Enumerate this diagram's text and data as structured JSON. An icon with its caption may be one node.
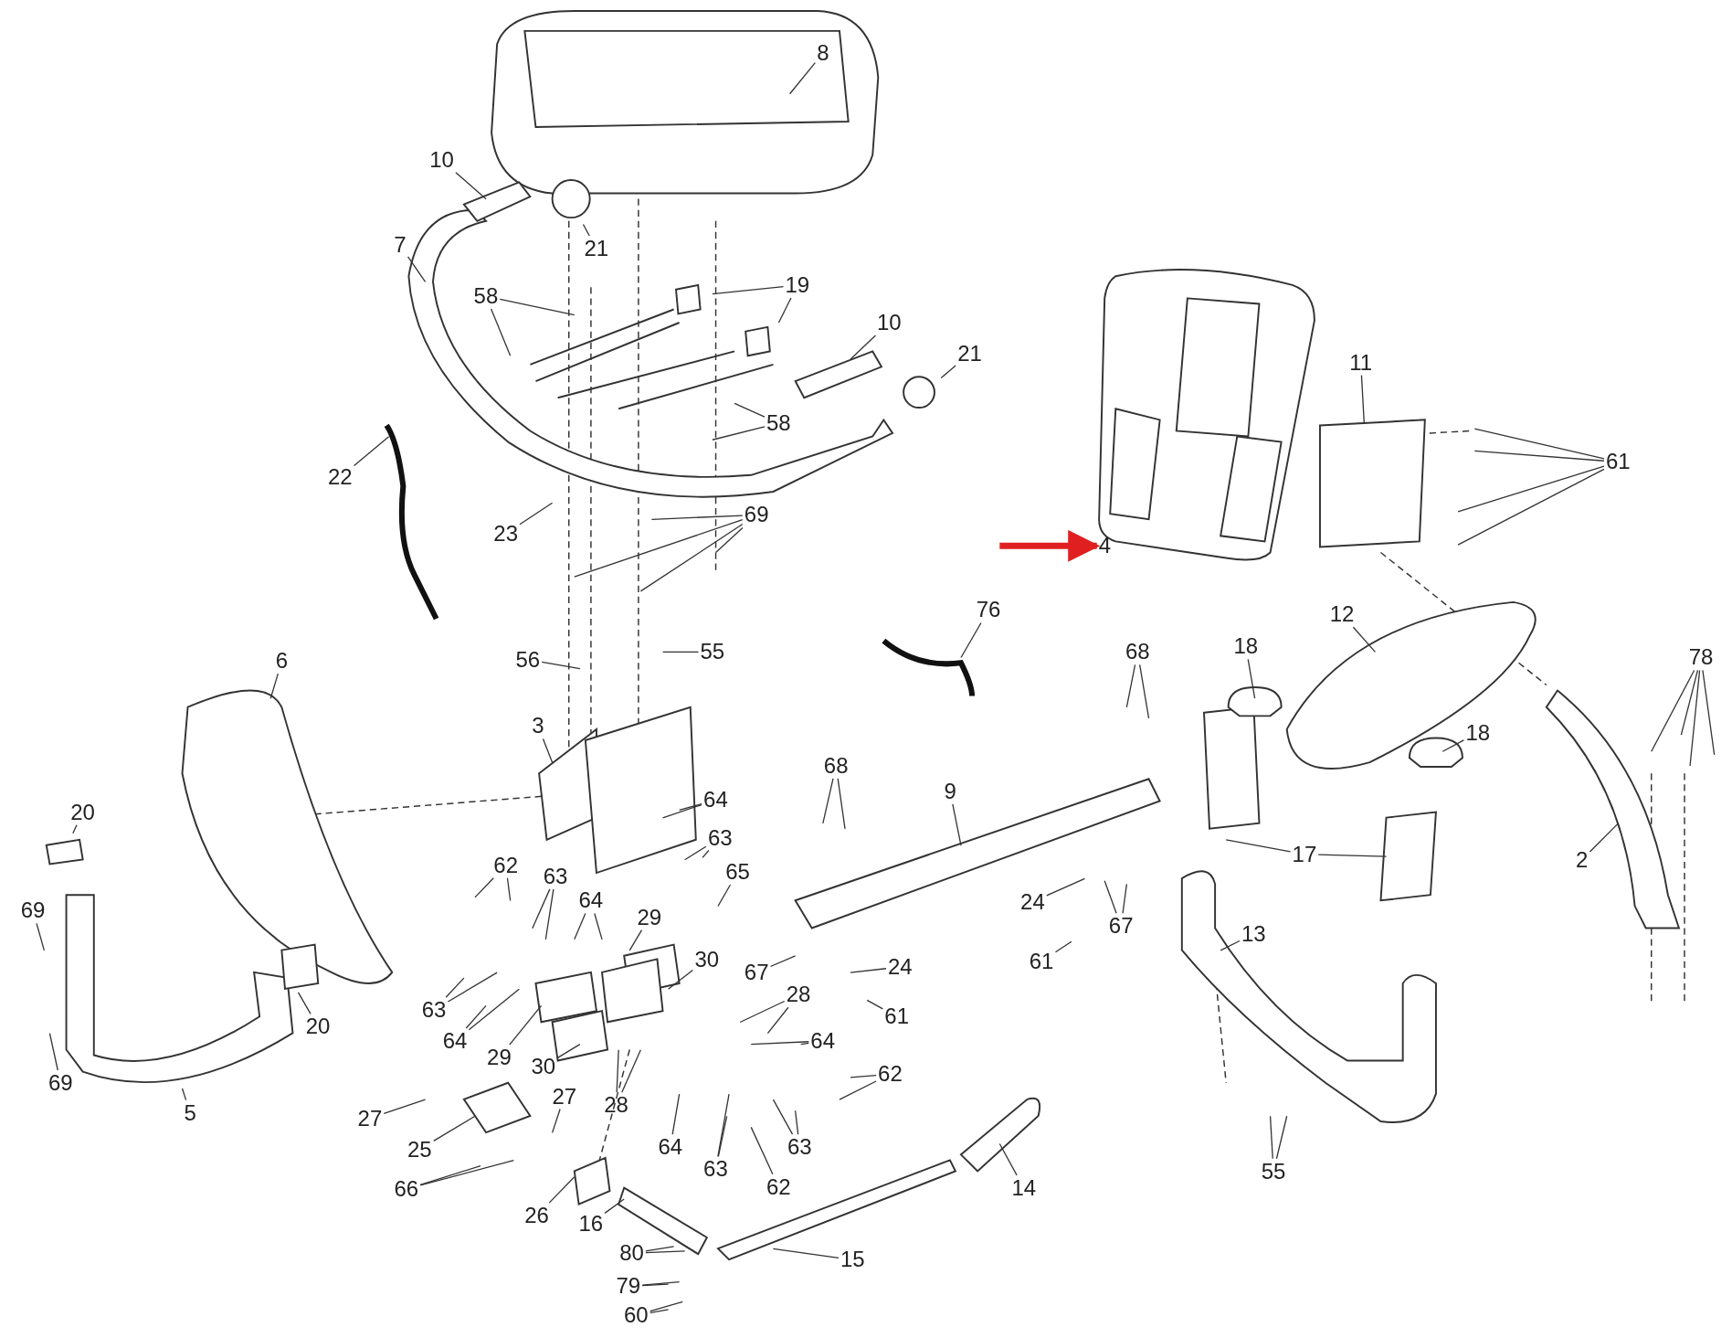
{
  "diagram": {
    "nodes": [
      {
        "text": [
          "8"
        ]
      },
      {
        "text": [
          "10"
        ]
      },
      {
        "text": [
          "21"
        ]
      },
      {
        "text": [
          "7"
        ]
      },
      {
        "text": [
          "19"
        ]
      },
      {
        "text": [
          "58"
        ]
      },
      {
        "text": [
          "10"
        ]
      },
      {
        "text": [
          "21"
        ]
      },
      {
        "text": [
          "22"
        ]
      },
      {
        "text": [
          "58"
        ]
      },
      {
        "text": [
          "11"
        ]
      },
      {
        "text": [
          "61"
        ]
      },
      {
        "text": [
          "23"
        ]
      },
      {
        "text": [
          "69"
        ]
      },
      {
        "text": [
          "4"
        ]
      },
      {
        "text": [
          "76"
        ]
      },
      {
        "text": [
          "12"
        ]
      },
      {
        "text": [
          "18"
        ]
      },
      {
        "text": [
          "68"
        ]
      },
      {
        "text": [
          "78"
        ]
      },
      {
        "text": [
          "6"
        ]
      },
      {
        "text": [
          "55"
        ]
      },
      {
        "text": [
          "56"
        ]
      },
      {
        "text": [
          "3"
        ]
      },
      {
        "text": [
          "18"
        ]
      },
      {
        "text": [
          "20"
        ]
      },
      {
        "text": [
          "68"
        ]
      },
      {
        "text": [
          "9"
        ]
      },
      {
        "text": [
          "64"
        ]
      },
      {
        "text": [
          "63"
        ]
      },
      {
        "text": [
          "62"
        ]
      },
      {
        "text": [
          "65"
        ]
      },
      {
        "text": [
          "63"
        ]
      },
      {
        "text": [
          "64"
        ]
      },
      {
        "text": [
          "17"
        ]
      },
      {
        "text": [
          "2"
        ]
      },
      {
        "text": [
          "29"
        ]
      },
      {
        "text": [
          "24"
        ]
      },
      {
        "text": [
          "67"
        ]
      },
      {
        "text": [
          "69"
        ]
      },
      {
        "text": [
          "61"
        ]
      },
      {
        "text": [
          "30"
        ]
      },
      {
        "text": [
          "67"
        ]
      },
      {
        "text": [
          "24"
        ]
      },
      {
        "text": [
          "13"
        ]
      },
      {
        "text": [
          "63"
        ]
      },
      {
        "text": [
          "64"
        ]
      },
      {
        "text": [
          "20"
        ]
      },
      {
        "text": [
          "28"
        ]
      },
      {
        "text": [
          "61"
        ]
      },
      {
        "text": [
          "29"
        ]
      },
      {
        "text": [
          "30"
        ]
      },
      {
        "text": [
          "64"
        ]
      },
      {
        "text": [
          "69"
        ]
      },
      {
        "text": [
          "62"
        ]
      },
      {
        "text": [
          "28"
        ]
      },
      {
        "text": [
          "5"
        ]
      },
      {
        "text": [
          "27"
        ]
      },
      {
        "text": [
          "27"
        ]
      },
      {
        "text": [
          "25"
        ]
      },
      {
        "text": [
          "66"
        ]
      },
      {
        "text": [
          "64"
        ]
      },
      {
        "text": [
          "63"
        ]
      },
      {
        "text": [
          "63"
        ]
      },
      {
        "text": [
          "62"
        ]
      },
      {
        "text": [
          "14"
        ]
      },
      {
        "text": [
          "55"
        ]
      },
      {
        "text": [
          "26"
        ]
      },
      {
        "text": [
          "16"
        ]
      },
      {
        "text": [
          "15"
        ]
      },
      {
        "text": [
          "80"
        ]
      },
      {
        "text": [
          "79"
        ]
      },
      {
        "text": [
          "60"
        ]
      }
    ],
    "edges": [
      {
        "from": 0,
        "to": null,
        "arrow": "none"
      },
      {
        "from": 1,
        "to": null,
        "arrow": "none"
      },
      {
        "from": 2,
        "to": null,
        "arrow": "none"
      },
      {
        "from": 3,
        "to": null,
        "arrow": "none"
      },
      {
        "from": 4,
        "to": null,
        "arrow": "none"
      },
      {
        "from": 4,
        "to": null,
        "arrow": "none"
      },
      {
        "from": 5,
        "to": null,
        "arrow": "none"
      },
      {
        "from": 5,
        "to": null,
        "arrow": "none"
      },
      {
        "from": 6,
        "to": null,
        "arrow": "none"
      },
      {
        "from": 7,
        "to": null,
        "arrow": "none"
      },
      {
        "from": 8,
        "to": null,
        "arrow": "none"
      },
      {
        "from": 9,
        "to": null,
        "arrow": "none"
      },
      {
        "from": 9,
        "to": null,
        "arrow": "none"
      },
      {
        "from": 10,
        "to": null,
        "arrow": "none"
      },
      {
        "from": 11,
        "to": null,
        "arrow": "none"
      },
      {
        "from": 11,
        "to": null,
        "arrow": "none"
      },
      {
        "from": 11,
        "to": null,
        "arrow": "none"
      },
      {
        "from": 11,
        "to": null,
        "arrow": "none"
      },
      {
        "from": 12,
        "to": null,
        "arrow": "none"
      },
      {
        "from": 13,
        "to": null,
        "arrow": "none"
      },
      {
        "from": 13,
        "to": null,
        "arrow": "none"
      },
      {
        "from": 13,
        "to": null,
        "arrow": "none"
      },
      {
        "from": 13,
        "to": null,
        "arrow": "none"
      },
      {
        "from": 15,
        "to": null,
        "arrow": "none"
      },
      {
        "from": 16,
        "to": null,
        "arrow": "none"
      },
      {
        "from": 17,
        "to": null,
        "arrow": "none"
      },
      {
        "from": 18,
        "to": null,
        "arrow": "none"
      },
      {
        "from": 18,
        "to": null,
        "arrow": "none"
      },
      {
        "from": 19,
        "to": null,
        "arrow": "none"
      },
      {
        "from": 19,
        "to": null,
        "arrow": "none"
      },
      {
        "from": 19,
        "to": null,
        "arrow": "none"
      },
      {
        "from": 19,
        "to": null,
        "arrow": "none"
      },
      {
        "from": 20,
        "to": null,
        "arrow": "none"
      },
      {
        "from": 21,
        "to": null,
        "arrow": "none"
      },
      {
        "from": 22,
        "to": null,
        "arrow": "none"
      },
      {
        "from": 23,
        "to": null,
        "arrow": "none"
      },
      {
        "from": 24,
        "to": null,
        "arrow": "none"
      },
      {
        "from": 25,
        "to": null,
        "arrow": "none"
      },
      {
        "from": 26,
        "to": null,
        "arrow": "none"
      },
      {
        "from": 26,
        "to": null,
        "arrow": "none"
      },
      {
        "from": 27,
        "to": null,
        "arrow": "none"
      },
      {
        "from": 28,
        "to": null,
        "arrow": "none"
      },
      {
        "from": 28,
        "to": null,
        "arrow": "none"
      },
      {
        "from": 29,
        "to": null,
        "arrow": "none"
      },
      {
        "from": 29,
        "to": null,
        "arrow": "none"
      },
      {
        "from": 30,
        "to": null,
        "arrow": "none"
      },
      {
        "from": 30,
        "to": null,
        "arrow": "none"
      },
      {
        "from": 31,
        "to": null,
        "arrow": "none"
      },
      {
        "from": 32,
        "to": null,
        "arrow": "none"
      },
      {
        "from": 32,
        "to": null,
        "arrow": "none"
      },
      {
        "from": 33,
        "to": null,
        "arrow": "none"
      },
      {
        "from": 33,
        "to": null,
        "arrow": "none"
      },
      {
        "from": 34,
        "to": null,
        "arrow": "none"
      },
      {
        "from": 34,
        "to": null,
        "arrow": "none"
      },
      {
        "from": 35,
        "to": null,
        "arrow": "none"
      },
      {
        "from": 36,
        "to": null,
        "arrow": "none"
      },
      {
        "from": 37,
        "to": null,
        "arrow": "none"
      },
      {
        "from": 38,
        "to": null,
        "arrow": "none"
      },
      {
        "from": 38,
        "to": null,
        "arrow": "none"
      },
      {
        "from": 39,
        "to": null,
        "arrow": "none"
      },
      {
        "from": 40,
        "to": null,
        "arrow": "none"
      },
      {
        "from": 41,
        "to": null,
        "arrow": "none"
      },
      {
        "from": 42,
        "to": null,
        "arrow": "none"
      },
      {
        "from": 43,
        "to": null,
        "arrow": "none"
      },
      {
        "from": 44,
        "to": null,
        "arrow": "none"
      },
      {
        "from": 45,
        "to": null,
        "arrow": "none"
      },
      {
        "from": 45,
        "to": null,
        "arrow": "none"
      },
      {
        "from": 46,
        "to": null,
        "arrow": "none"
      },
      {
        "from": 46,
        "to": null,
        "arrow": "none"
      },
      {
        "from": 47,
        "to": null,
        "arrow": "none"
      },
      {
        "from": 48,
        "to": null,
        "arrow": "none"
      },
      {
        "from": 48,
        "to": null,
        "arrow": "none"
      },
      {
        "from": 49,
        "to": null,
        "arrow": "none"
      },
      {
        "from": 50,
        "to": null,
        "arrow": "none"
      },
      {
        "from": 51,
        "to": null,
        "arrow": "none"
      },
      {
        "from": 52,
        "to": null,
        "arrow": "none"
      },
      {
        "from": 52,
        "to": null,
        "arrow": "none"
      },
      {
        "from": 53,
        "to": null,
        "arrow": "none"
      },
      {
        "from": 54,
        "to": null,
        "arrow": "none"
      },
      {
        "from": 54,
        "to": null,
        "arrow": "none"
      },
      {
        "from": 55,
        "to": null,
        "arrow": "none"
      },
      {
        "from": 55,
        "to": null,
        "arrow": "none"
      },
      {
        "from": 56,
        "to": null,
        "arrow": "none"
      },
      {
        "from": 57,
        "to": null,
        "arrow": "none"
      },
      {
        "from": 58,
        "to": null,
        "arrow": "none"
      },
      {
        "from": 59,
        "to": null,
        "arrow": "none"
      },
      {
        "from": 60,
        "to": null,
        "arrow": "none"
      },
      {
        "from": 60,
        "to": null,
        "arrow": "none"
      },
      {
        "from": 61,
        "to": null,
        "arrow": "none"
      },
      {
        "from": 62,
        "to": null,
        "arrow": "none"
      },
      {
        "from": 62,
        "to": null,
        "arrow": "none"
      },
      {
        "from": 63,
        "to": null,
        "arrow": "none"
      },
      {
        "from": 63,
        "to": null,
        "arrow": "none"
      },
      {
        "from": 64,
        "to": null,
        "arrow": "none"
      },
      {
        "from": 65,
        "to": null,
        "arrow": "none"
      },
      {
        "from": 66,
        "to": null,
        "arrow": "none"
      },
      {
        "from": 66,
        "to": null,
        "arrow": "none"
      },
      {
        "from": 67,
        "to": null,
        "arrow": "none"
      },
      {
        "from": 68,
        "to": null,
        "arrow": "none"
      },
      {
        "from": 69,
        "to": null,
        "arrow": "none"
      },
      {
        "from": 70,
        "to": null,
        "arrow": "none"
      },
      {
        "from": 70,
        "to": null,
        "arrow": "none"
      },
      {
        "from": 71,
        "to": null,
        "arrow": "none"
      },
      {
        "from": 71,
        "to": null,
        "arrow": "none"
      },
      {
        "from": 72,
        "to": null,
        "arrow": "none"
      },
      {
        "from": 72,
        "to": null,
        "arrow": "none"
      },
      {
        "from": null,
        "to": 14,
        "arrow": "to",
        "style": "thick",
        "color": "#e02020"
      }
    ]
  }
}
